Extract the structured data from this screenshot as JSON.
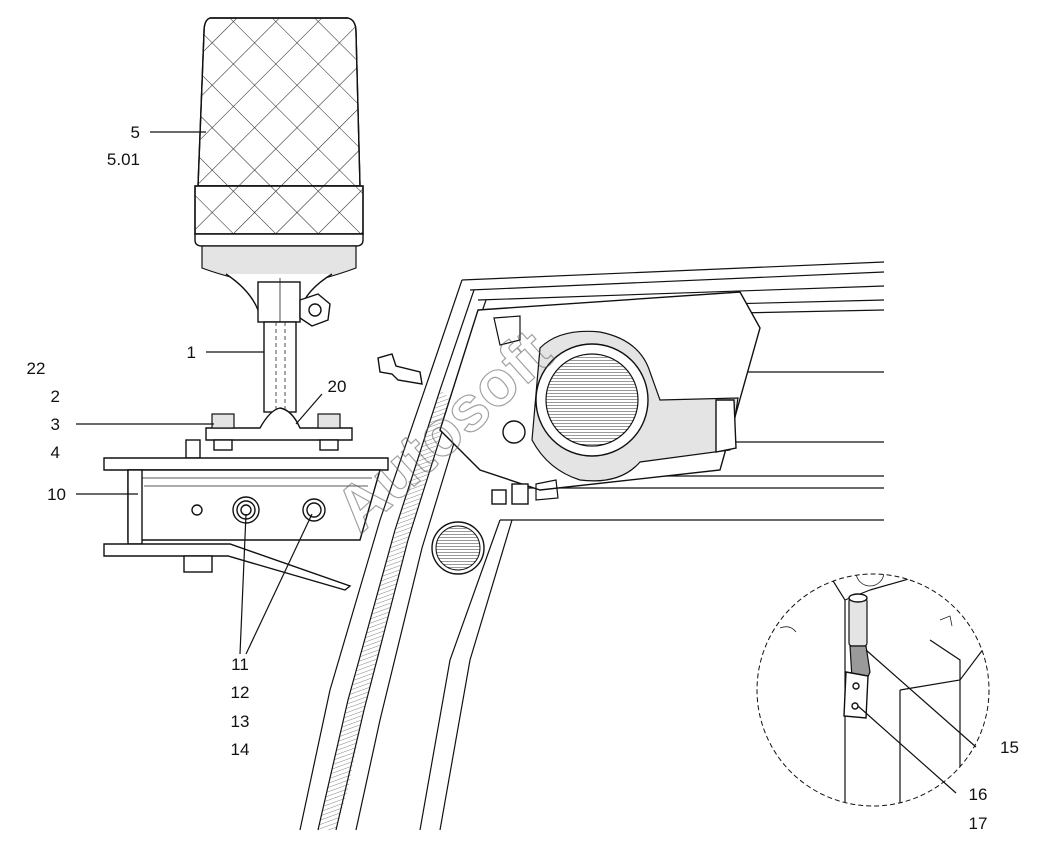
{
  "watermark": "Autosoft",
  "callouts": {
    "c5": "5",
    "c501": "5.01",
    "c1": "1",
    "c22": "22",
    "c2": "2",
    "c20": "20",
    "c3": "3",
    "c4": "4",
    "c10": "10",
    "c11": "11",
    "c12": "12",
    "c13": "13",
    "c14": "14",
    "c15": "15",
    "c16": "16",
    "c17": "17"
  }
}
